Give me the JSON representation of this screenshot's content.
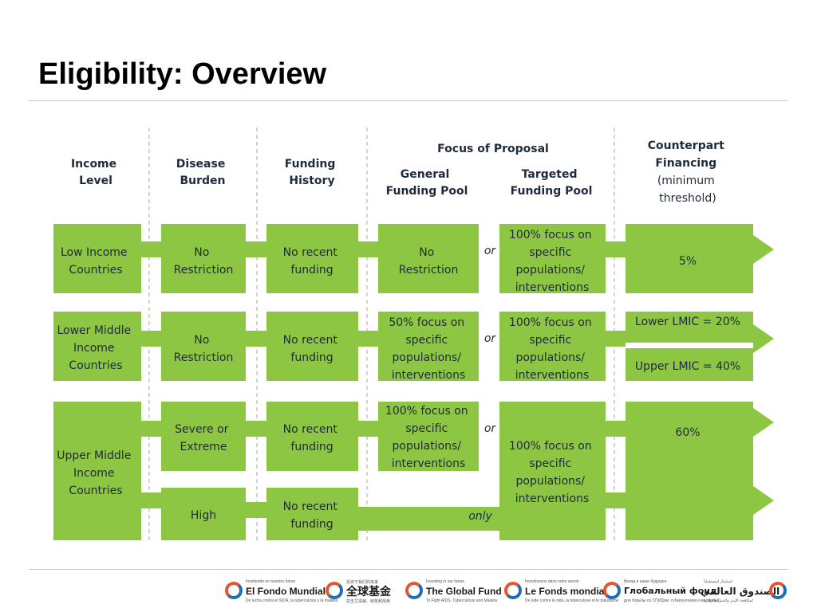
{
  "title": "Eligibility: Overview",
  "headers": {
    "income": [
      "Income",
      "Level"
    ],
    "disease": [
      "Disease",
      "Burden"
    ],
    "funding": [
      "Funding",
      "History"
    ],
    "focus": "Focus of Proposal",
    "general": [
      "General",
      "Funding Pool"
    ],
    "targeted": [
      "Targeted",
      "Funding Pool"
    ],
    "counterpart": [
      "Counterpart",
      "Financing",
      "(minimum",
      "threshold)"
    ]
  },
  "rows": {
    "low": {
      "income": [
        "Low Income",
        "Countries"
      ],
      "disease": [
        "No",
        "Restriction"
      ],
      "funding": [
        "No recent",
        "funding"
      ],
      "general": [
        "No",
        "Restriction"
      ],
      "connector": "or",
      "targeted": [
        "100% focus on",
        "specific",
        "populations/",
        "interventions"
      ],
      "counterpart": "5%"
    },
    "lower_middle": {
      "income": [
        "Lower Middle",
        "Income",
        "Countries"
      ],
      "disease": [
        "No",
        "Restriction"
      ],
      "funding": [
        "No recent",
        "funding"
      ],
      "general": [
        "50% focus on",
        "specific",
        "populations/",
        "interventions"
      ],
      "connector": "or",
      "targeted": [
        "100% focus on",
        "specific",
        "populations/",
        "interventions"
      ],
      "counterpart_lower": "Lower LMIC = 20%",
      "counterpart_upper": "Upper LMIC = 40%"
    },
    "upper_middle": {
      "income": [
        "Upper Middle",
        "Income",
        "Countries"
      ],
      "disease_a": [
        "Severe or",
        "Extreme"
      ],
      "disease_b": "High",
      "funding_a": [
        "No recent",
        "funding"
      ],
      "funding_b": [
        "No recent",
        "funding"
      ],
      "general": [
        "100% focus on",
        "specific",
        "populations/",
        "interventions"
      ],
      "connector": "or",
      "connector_only": "only",
      "targeted": [
        "100% focus on",
        "specific",
        "populations/",
        "interventions"
      ],
      "counterpart": "60%"
    }
  },
  "footer": {
    "logos": [
      {
        "name": "El Fondo Mundial",
        "tagline": "Invirtiendo en nuestro futuro",
        "sub": "De lucha contra el SIDA, la tuberculosis y la malaria"
      },
      {
        "name": "全球基金",
        "tagline": "投资于我们的未来",
        "sub": "抗击艾滋病、结核和疟疾"
      },
      {
        "name": "The Global Fund",
        "tagline": "Investing in our future",
        "sub": "To Fight AIDS, Tuberculosis and Malaria"
      },
      {
        "name": "Le Fonds mondial",
        "tagline": "Investissons dans notre avenir",
        "sub": "De lutte contre le sida, la tuberculose et le paludisme"
      },
      {
        "name": "Глобальный фонд",
        "tagline": "Вклад в наше будущее",
        "sub": "для борьбы со СПИДом, туберкулезом и малярией"
      },
      {
        "name": "الصندوق العالمي",
        "tagline": "استثمار لمستقبلنا",
        "sub": "لمكافحة الإيدز والسل والملاريا"
      }
    ]
  },
  "colors": {
    "box": "#8dc642",
    "text": "#1f2a3a",
    "divider": "#bdbdbd"
  }
}
